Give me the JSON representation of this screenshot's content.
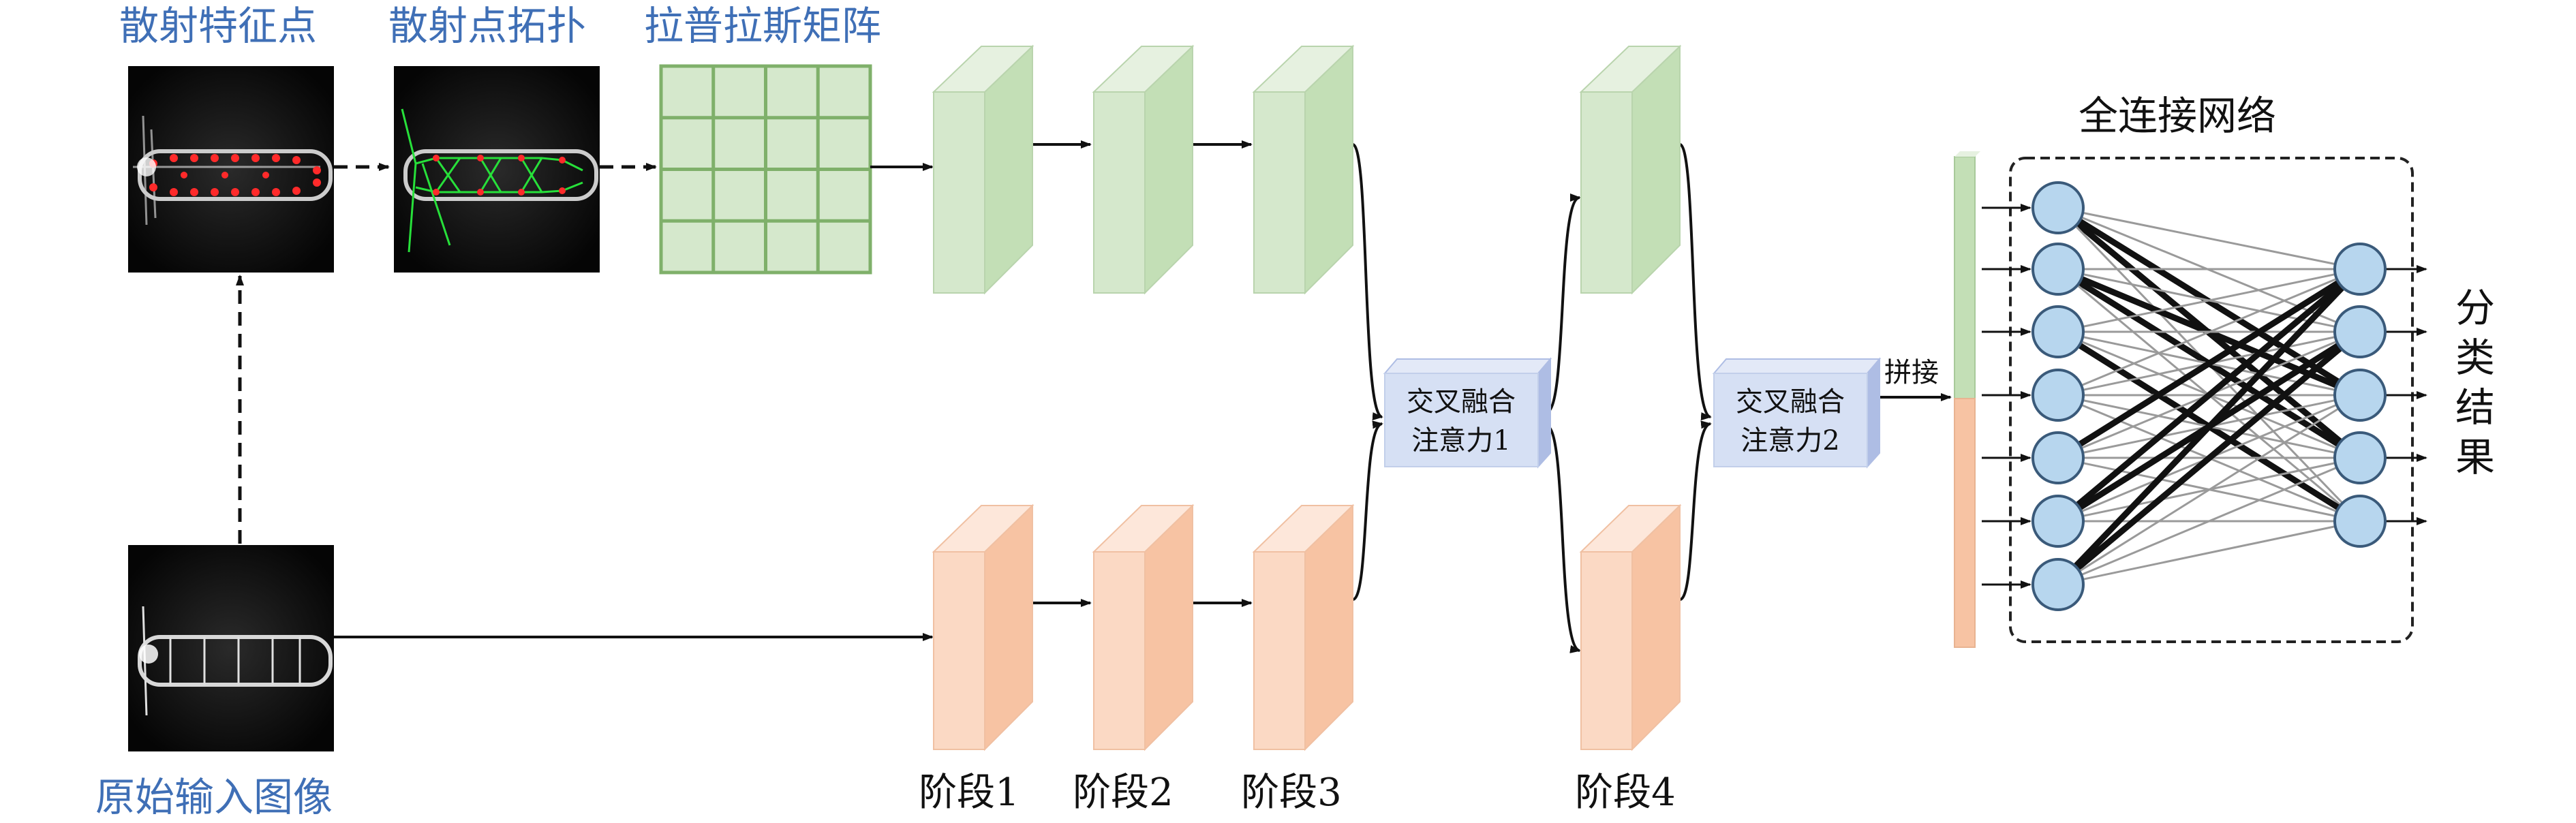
{
  "labels": {
    "scatter_points": "散射特征点",
    "scatter_topology": "散射点拓扑",
    "laplacian": "拉普拉斯矩阵",
    "original_input": "原始输入图像",
    "fc_network": "全连接网络",
    "concat": "拼接",
    "fusion1_line1": "交叉融合",
    "fusion1_line2": "注意力1",
    "fusion2_line1": "交叉融合",
    "fusion2_line2": "注意力2",
    "stage1": "阶段1",
    "stage2": "阶段2",
    "stage3": "阶段3",
    "stage4": "阶段4",
    "result": [
      "分",
      "类",
      "结",
      "果"
    ]
  },
  "colors": {
    "label_blue": "#3f6fb6",
    "green_front": "#d5e8cc",
    "green_side": "#c3dfb6",
    "green_top": "#e6f1e0",
    "orange_front": "#fbd9c4",
    "orange_side": "#f7c3a3",
    "orange_top": "#fde7da",
    "fusion_front": "#d6e0f4",
    "fusion_side": "#aebde4",
    "node_fill": "#b7d6ee",
    "node_stroke": "#3a5a7a"
  },
  "icons": {
    "image_scatter": "sar-image-with-red-scatter-points",
    "image_topology": "sar-image-with-green-topology",
    "image_original": "sar-image-grayscale",
    "laplacian_grid": "4x4-green-grid"
  }
}
